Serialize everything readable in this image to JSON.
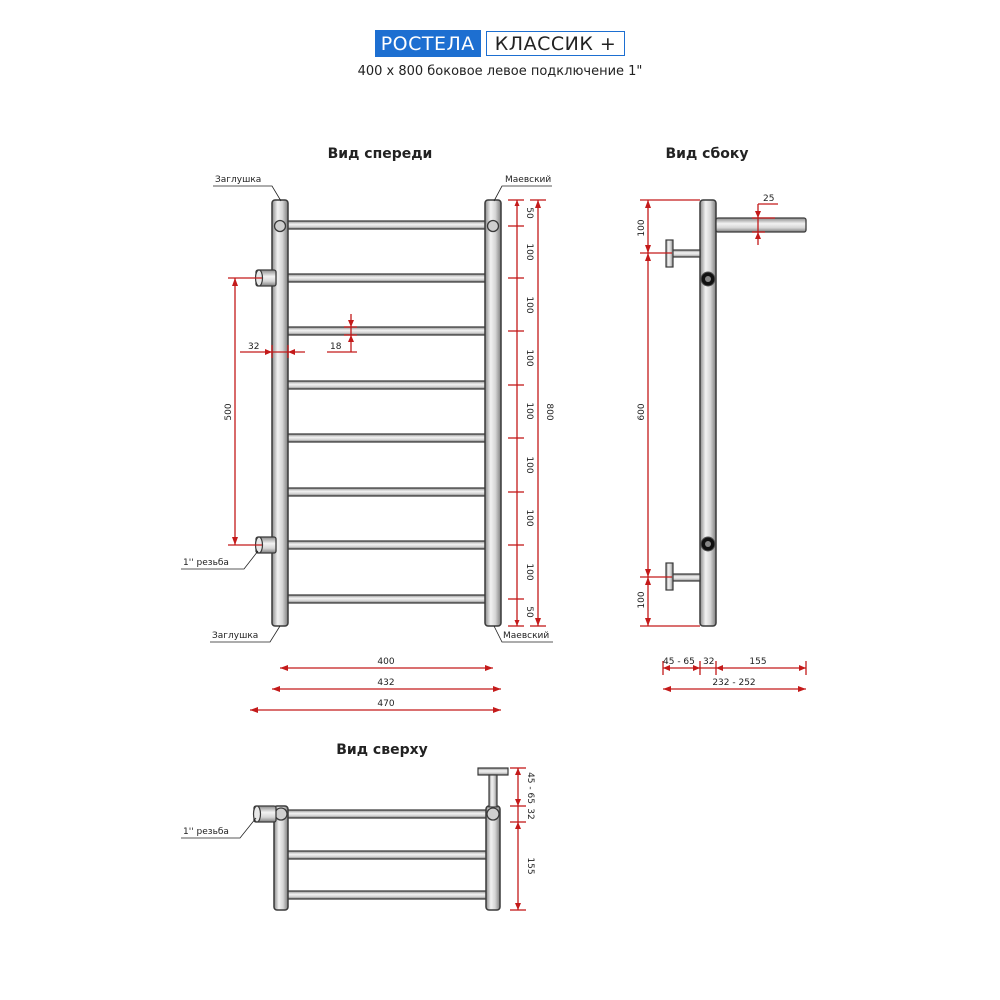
{
  "header": {
    "brand": "РОСТЕЛА",
    "model": "КЛАССИК +",
    "subtitle": "400 х 800 боковое левое подключение 1\""
  },
  "colors": {
    "brand": "#1d6fd1",
    "dimension": "#c41a1a",
    "pipe": "#cfcfcf",
    "outline": "#3a3a3a"
  },
  "front_view": {
    "title": "Вид спереди",
    "labels": {
      "plug_top": "Заглушка",
      "plug_bottom": "Заглушка",
      "mayevsky_top": "Маевский",
      "mayevsky_bottom": "Маевский",
      "thread": "1'' резьба"
    },
    "dims": {
      "width_400": "400",
      "width_432": "432",
      "width_470": "470",
      "height_800": "800",
      "connection_500": "500",
      "offset_32": "32",
      "bar_18": "18",
      "step_values": [
        "50",
        "100",
        "100",
        "100",
        "100",
        "100",
        "100",
        "100",
        "50"
      ]
    },
    "rungs": 8
  },
  "side_view": {
    "title": "Вид сбоку",
    "dims": {
      "pipe_25": "25",
      "top_100": "100",
      "mid_600": "600",
      "bottom_100": "100",
      "d_45_65": "45 - 65",
      "d_32": "32",
      "d_155": "155",
      "d_232_252": "232 - 252"
    }
  },
  "top_view": {
    "title": "Вид сверху",
    "labels": {
      "thread": "1'' резьба"
    },
    "dims": {
      "d_45_65": "45 - 65",
      "d_32": "32",
      "d_155": "155"
    }
  }
}
